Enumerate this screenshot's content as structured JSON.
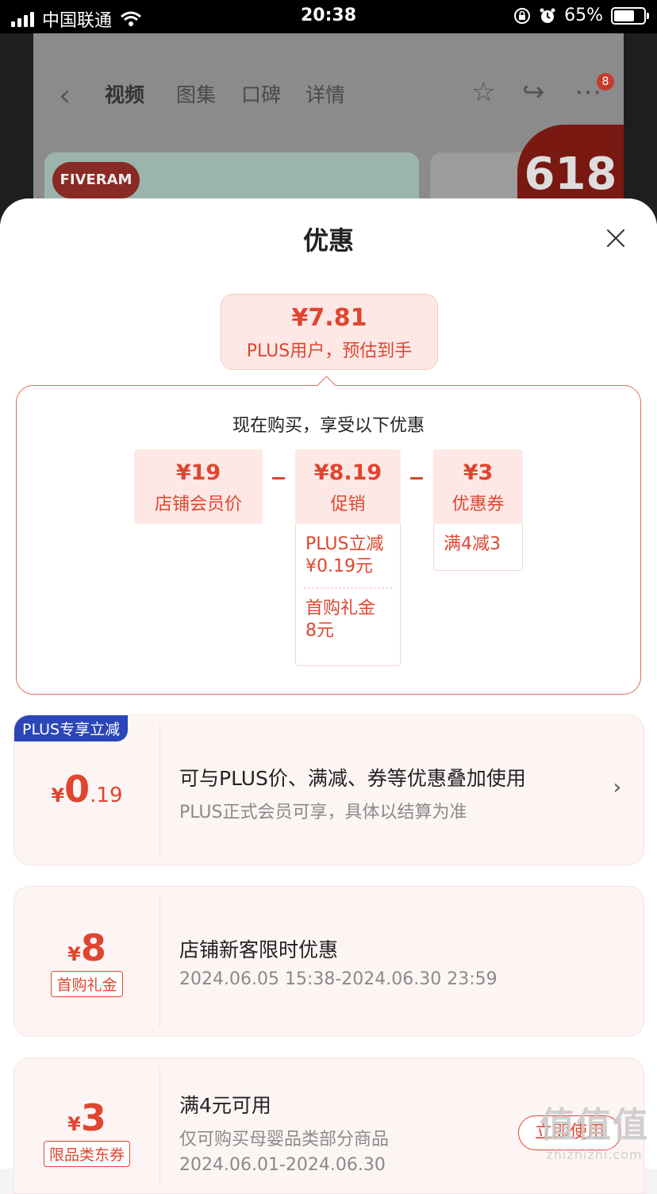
{
  "status_bar": {
    "carrier": "中国联通",
    "time": "20:38",
    "battery": "65%",
    "icons": [
      "signal-icon",
      "wifi-icon",
      "orientation-lock-icon",
      "alarm-icon",
      "battery-icon"
    ]
  },
  "background_page": {
    "tabs": [
      "视频",
      "图集",
      "口碑",
      "详情"
    ],
    "active_tab": "视频",
    "cart_badge": "8",
    "logo_text": "FIVERAM",
    "promo": "618"
  },
  "sheet": {
    "title": "优惠",
    "estimate": {
      "price": "¥7.81",
      "note": "PLUS用户，预估到手"
    },
    "breakdown": {
      "heading": "现在购买，享受以下优惠",
      "items": [
        {
          "amount": "¥19",
          "label": "店铺会员价"
        },
        {
          "amount": "¥8.19",
          "label": "促销",
          "details": [
            "PLUS立减 ¥0.19元",
            "首购礼金 8元"
          ]
        },
        {
          "amount": "¥3",
          "label": "优惠券",
          "details": [
            "满4减3"
          ]
        }
      ]
    },
    "offers": [
      {
        "tag": "PLUS专享立减",
        "yen": "¥",
        "amount_int": "0",
        "amount_dec": ".19",
        "title": "可与PLUS价、满减、券等优惠叠加使用",
        "desc": "PLUS正式会员可享，具体以结算为准"
      },
      {
        "yen": "¥",
        "amount_int": "8",
        "type_tag": "首购礼金",
        "title": "店铺新客限时优惠",
        "desc": "2024.06.05 15:38-2024.06.30 23:59"
      },
      {
        "yen": "¥",
        "amount_int": "3",
        "type_tag": "限品类东券",
        "title": "满4元可用",
        "desc": "仅可购买母婴品类部分商品",
        "desc2": "2024.06.01-2024.06.30",
        "button": "立即使用"
      }
    ]
  },
  "watermark": {
    "main": "值值值",
    "sub": "zhizhizhi.com"
  },
  "colors": {
    "accent": "#e0452f",
    "plus_tag": "#2b46b8",
    "chip_bg": "#fde8e6"
  }
}
